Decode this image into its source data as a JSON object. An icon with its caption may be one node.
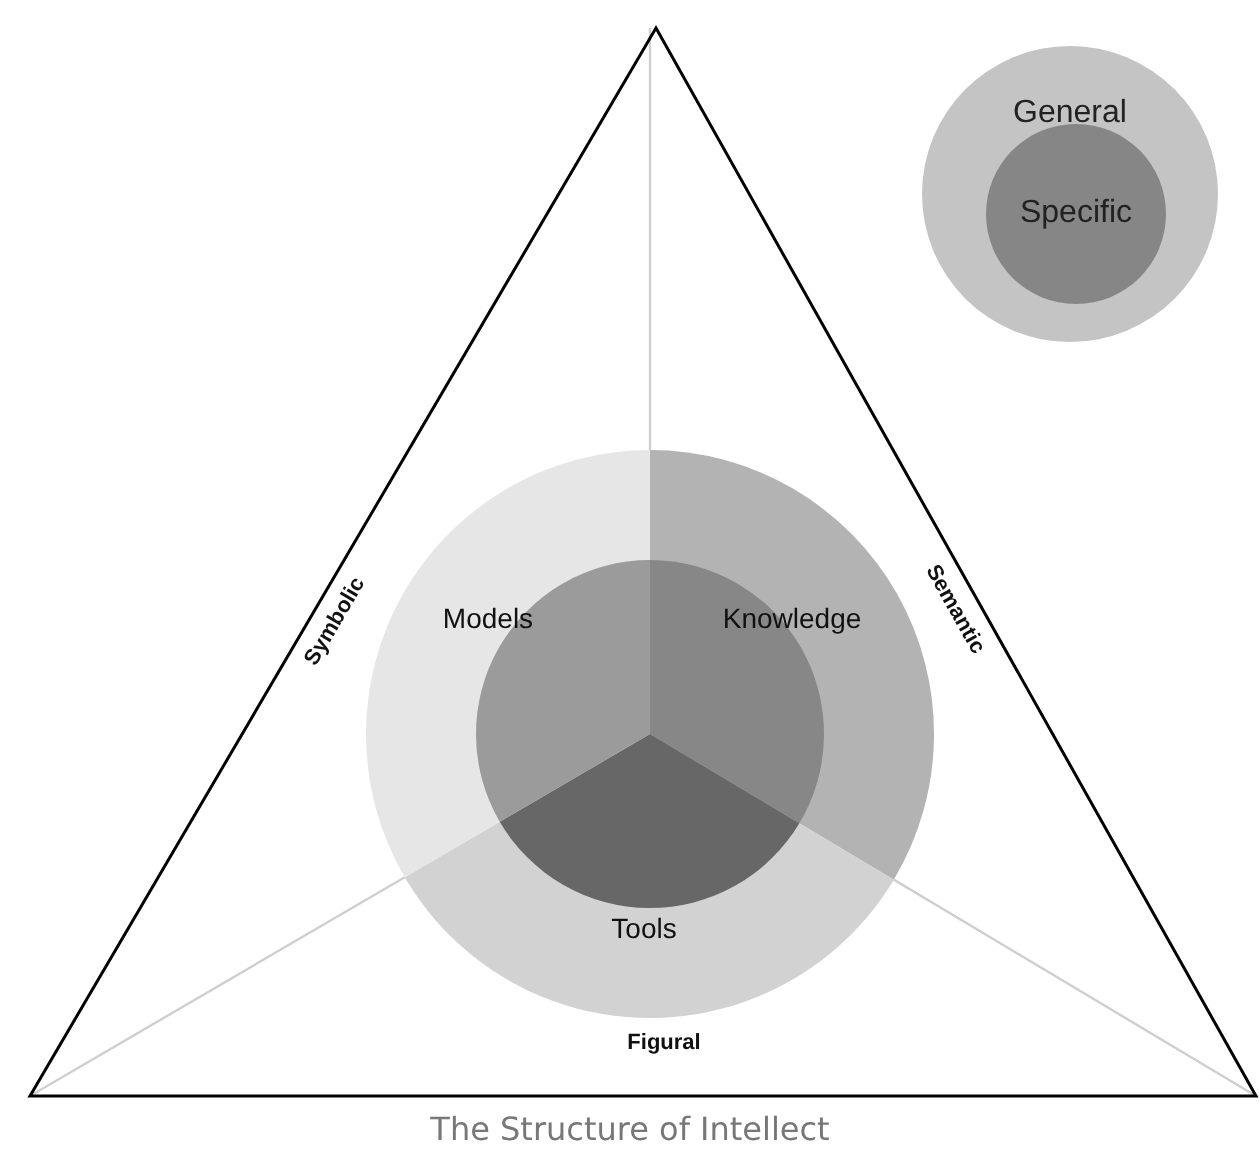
{
  "diagram": {
    "caption": "The Structure of Intellect",
    "nodes": [
      {
        "text": [
          "General"
        ]
      },
      {
        "text": [
          "Specific"
        ],
        "in": 0
      }
    ],
    "labels": [
      "Symbolic",
      "Semantic",
      "Models",
      "Knowledge",
      "Tools",
      "Figural"
    ]
  }
}
